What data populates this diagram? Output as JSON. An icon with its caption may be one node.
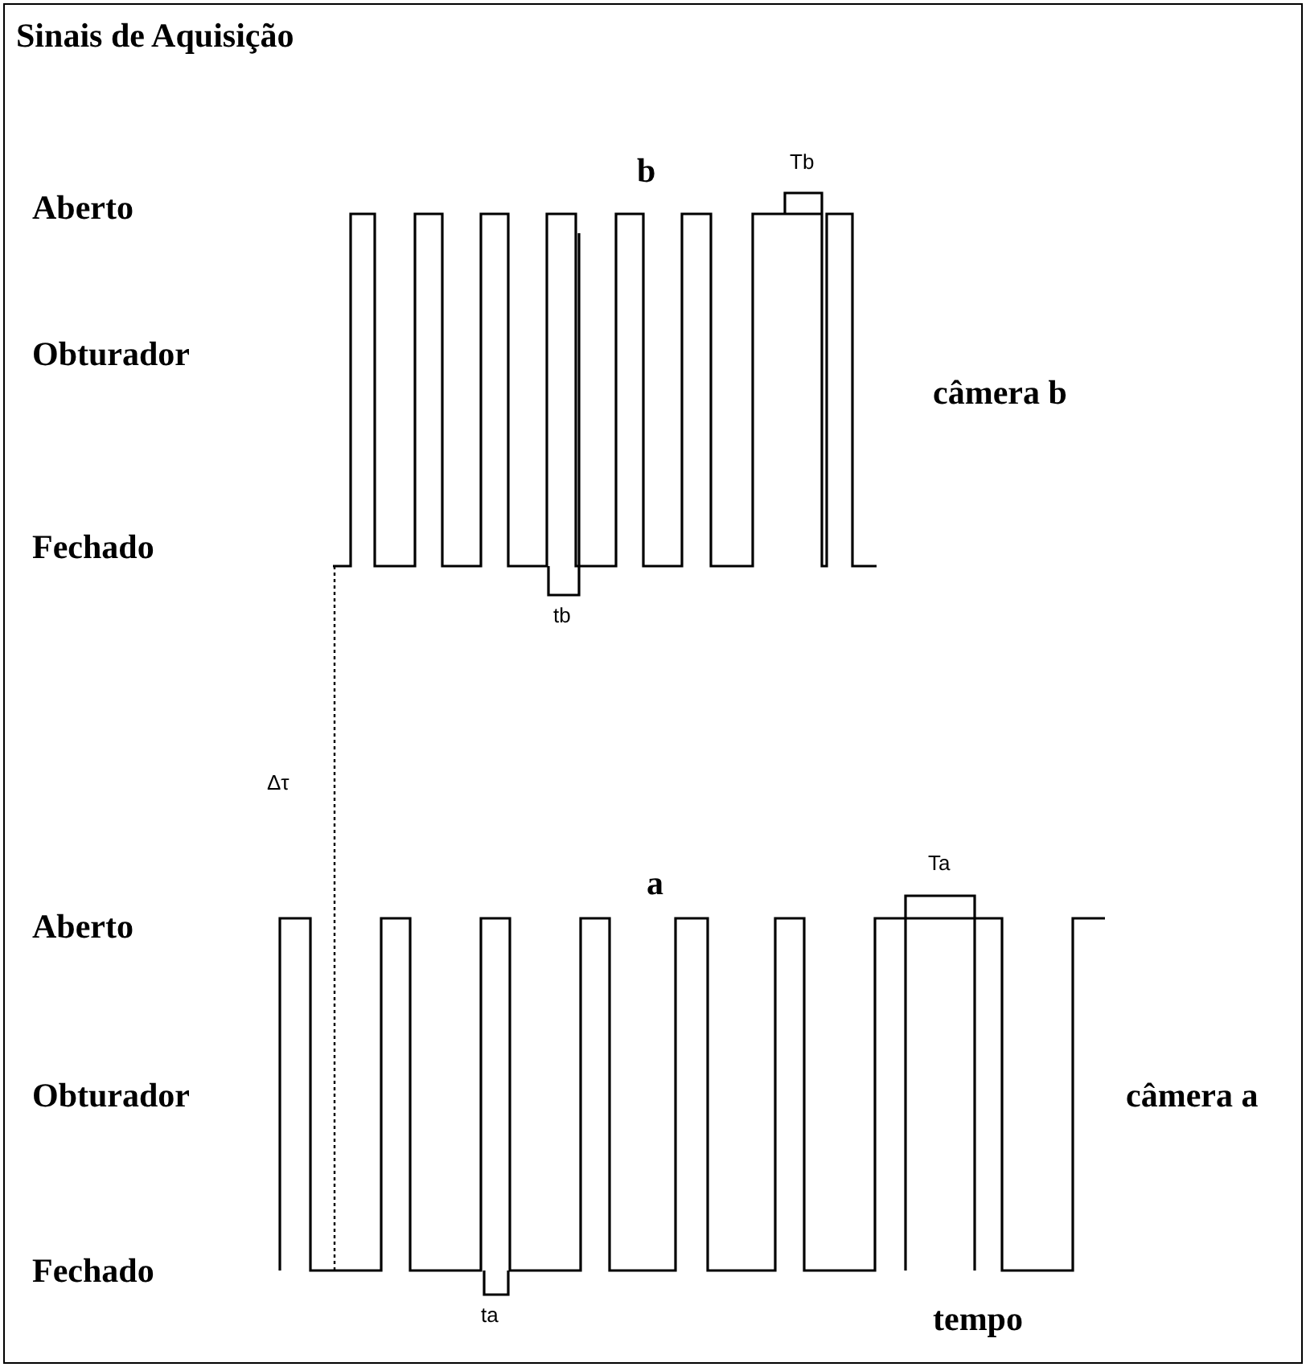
{
  "diagram": {
    "title": "Sinais de Aquisição",
    "labels": [
      "b",
      "Tb",
      "Aberto",
      "Obturador",
      "câmera b",
      "Fechado",
      "tb",
      "Δτ",
      "Ta",
      "a",
      "Aberto",
      "Obturador",
      "câmera a",
      "Fechado",
      "ta",
      "tempo"
    ]
  }
}
